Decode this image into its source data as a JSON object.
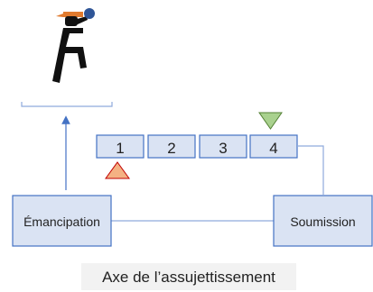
{
  "diagram": {
    "scale_cells": [
      "1",
      "2",
      "3",
      "4"
    ],
    "left_box": "Émancipation",
    "right_box": "Soumission",
    "caption": "Axe de l’assujettissement",
    "colors": {
      "box_fill": "#dae3f3",
      "box_stroke": "#4472c4",
      "connector": "#8faadc",
      "marker_up_fill": "#f4b183",
      "marker_up_stroke": "#c00000",
      "marker_down_fill": "#a9d18e",
      "marker_down_stroke": "#548235",
      "caption_bg": "#f2f2f2"
    },
    "icons": {
      "figure": "fighter-stick-figure-icon",
      "up_marker": "triangle-up-icon",
      "down_marker": "triangle-down-icon"
    }
  }
}
